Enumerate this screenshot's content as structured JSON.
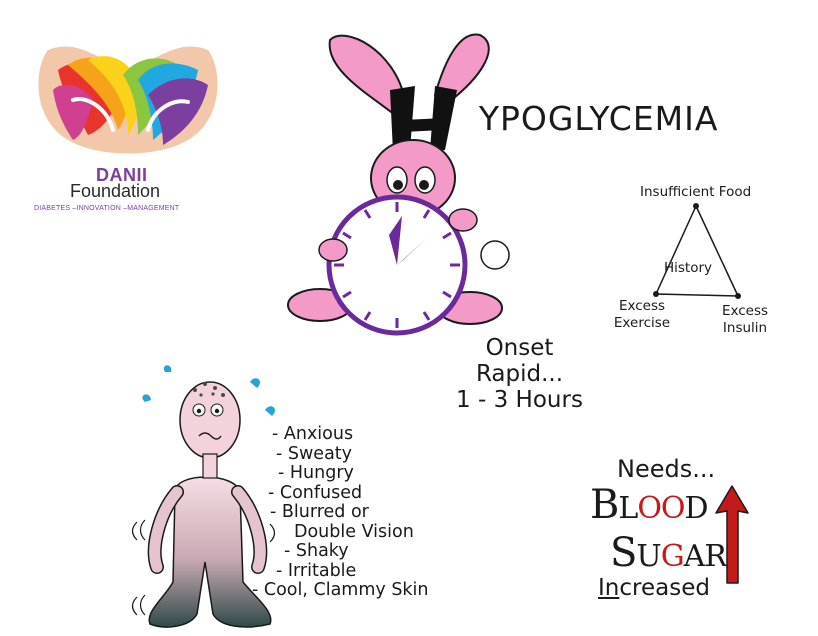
{
  "logo": {
    "name": "DANII",
    "subtitle": "Foundation",
    "tagline": "DIABETES –INNOVATION –MANAGEMENT",
    "colors": [
      "#e8342c",
      "#f6a21b",
      "#fbd21a",
      "#8cc63f",
      "#22a8e0",
      "#7b3fa0",
      "#d13f91"
    ]
  },
  "title": {
    "letter_h": "H",
    "rest": "YPOGLYCEMIA"
  },
  "onset": {
    "line1": "Onset",
    "line2": "Rapid...",
    "line3": "1 - 3 Hours"
  },
  "causes": {
    "top": "Insufficient Food",
    "center": "History",
    "left_line1": "Excess",
    "left_line2": "Exercise",
    "right_line1": "Excess",
    "right_line2": "Insulin"
  },
  "symptoms": [
    "- Anxious",
    "- Sweaty",
    "- Hungry",
    "- Confused",
    "- Blurred or",
    "Double Vision",
    "- Shaky",
    "- Irritable",
    "- Cool, Clammy Skin"
  ],
  "needs": {
    "label": "Needs...",
    "blood_b": "B",
    "blood_l": "L",
    "blood_oo": "OO",
    "blood_d": "D",
    "sugar_s": "S",
    "sugar_u": "U",
    "sugar_g": "G",
    "sugar_a": "A",
    "sugar_r": "R",
    "increased_underlined": "In",
    "increased_rest": "creased"
  },
  "colors": {
    "rabbit_pink": "#f49ac8",
    "clock_purple": "#6a2a9c",
    "arrow_red": "#c41a1a"
  }
}
